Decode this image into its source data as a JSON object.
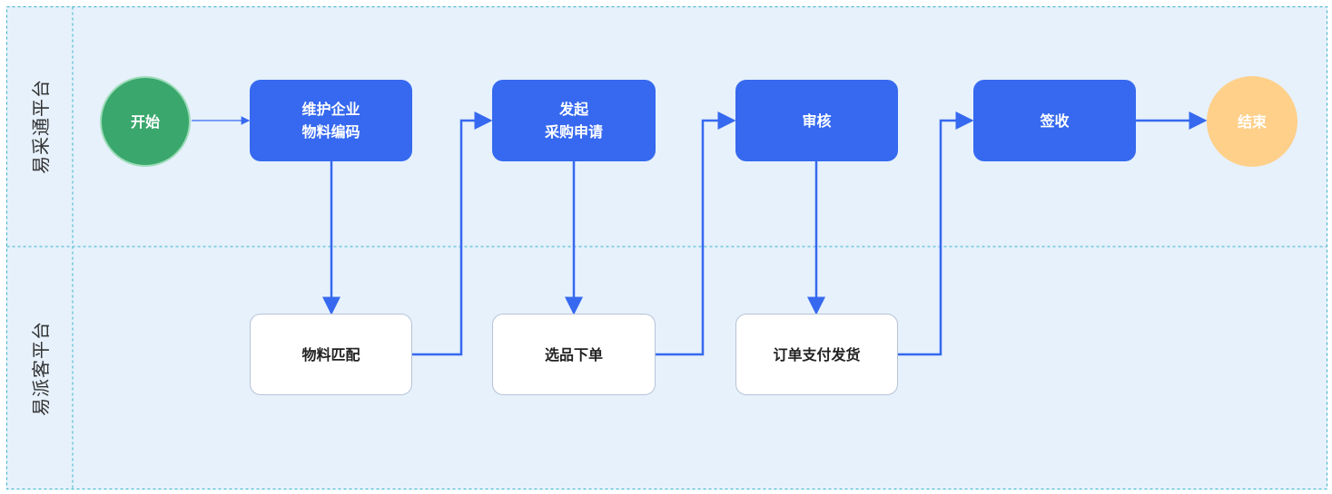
{
  "lanes": [
    {
      "label": "易采通平台"
    },
    {
      "label": "易派客平台"
    }
  ],
  "nodes": {
    "start": {
      "label": "开始"
    },
    "maintain": {
      "line1": "维护企业",
      "line2": "物料编码"
    },
    "initiate": {
      "line1": "发起",
      "line2": "采购申请"
    },
    "review": {
      "label": "审核"
    },
    "sign": {
      "label": "签收"
    },
    "end": {
      "label": "结束"
    },
    "match": {
      "label": "物料匹配"
    },
    "order": {
      "label": "选品下单"
    },
    "pay": {
      "label": "订单支付发货"
    }
  },
  "colors": {
    "lane_background": "#e6f1fc",
    "lane_divider": "#38b2c9",
    "process_blue": "#3669ef",
    "start_green": "#3aa76d",
    "end_orange": "#fed08a",
    "connector": "#3669ef"
  }
}
